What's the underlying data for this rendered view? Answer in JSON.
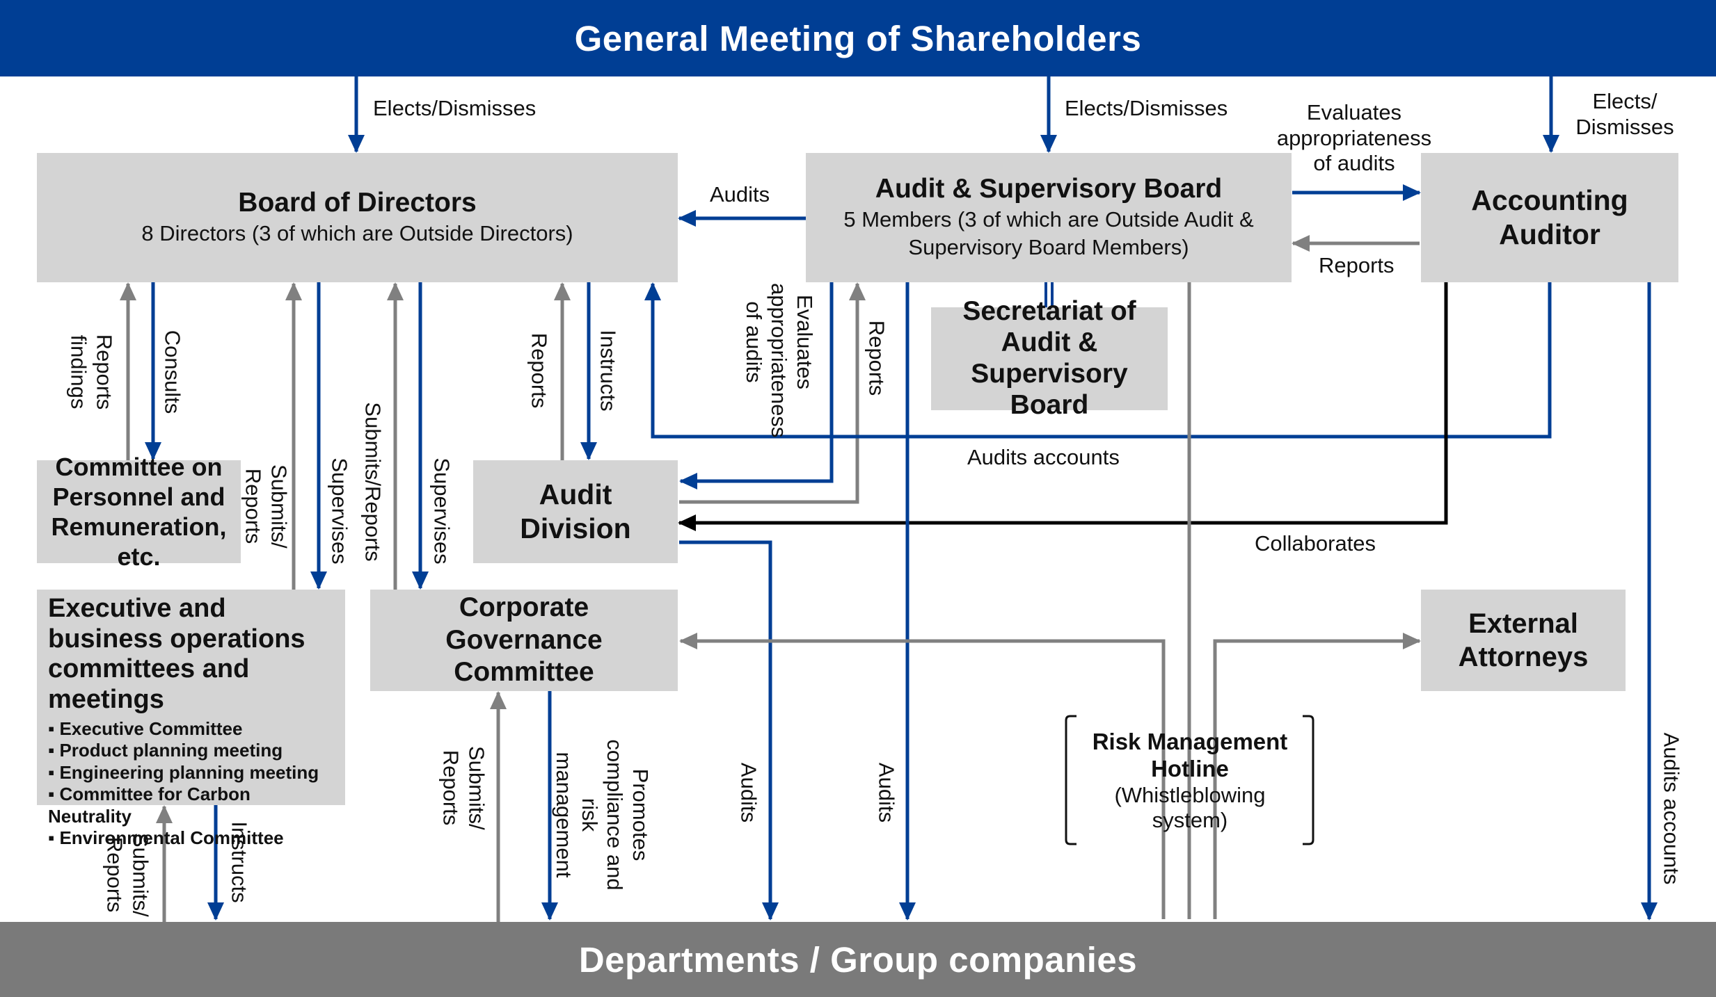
{
  "colors": {
    "blue": "#003e94",
    "gray_bar": "#7a7a7a",
    "box": "#d4d4d4",
    "gray_line": "#808080",
    "black": "#000000"
  },
  "top_bar": "General Meeting of Shareholders",
  "bottom_bar": "Departments / Group companies",
  "board": {
    "title": "Board of Directors",
    "sub": "8 Directors (3 of which are Outside Directors)"
  },
  "asb": {
    "title": "Audit & Supervisory Board",
    "sub": "5 Members (3 of which are Outside Audit & Supervisory Board Members)"
  },
  "accounting_auditor": "Accounting Auditor",
  "secretariat": "Secretariat of Audit & Supervisory Board",
  "personnel_committee": "Committee on Personnel and Remuneration, etc.",
  "audit_division": "Audit Division",
  "exec": {
    "title": "Executive and business operations committees and meetings",
    "items": [
      "Executive Committee",
      "Product planning meeting",
      "Engineering planning meeting",
      "Committee for Carbon Neutrality",
      "Environmental Committee"
    ]
  },
  "cgc": "Corporate Governance Committee",
  "external_attorneys": "External Attorneys",
  "hotline": {
    "title": "Risk Management Hotline",
    "sub": "(Whistleblowing system)"
  },
  "labels": {
    "elects_dismisses": "Elects/Dismisses",
    "elects_dismisses_2": "Elects/Dismisses",
    "elects_dismisses_3": "Elects/ Dismisses",
    "evaluates_appropriateness": "Evaluates appropriateness of audits",
    "audits_asb_board": "Audits",
    "reports_acc_asb": "Reports",
    "reports_findings": "Reports findings",
    "consults": "Consults",
    "submits_reports_exec": "Submits/ Reports",
    "supervises_exec": "Supervises",
    "submits_reports_cgc": "Submits/Reports",
    "supervises_cgc": "Supervises",
    "reports_ad_board": "Reports",
    "instructs_board_ad": "Instructs",
    "evaluates_asb_ad": "Evaluates appropriateness of audits",
    "reports_ad_asb": "Reports",
    "audits_accounts_mid": "Audits accounts",
    "collaborates": "Collaborates",
    "submits_reports_dept_exec": "Submits/ Reports",
    "instructs_exec_dept": "Instructs",
    "submits_reports_dept_cgc": "Submits/ Reports",
    "promotes": "Promotes compliance and risk management",
    "audits_ad_dept": "Audits",
    "audits_asb_dept": "Audits",
    "audits_accounts_right": "Audits accounts"
  }
}
